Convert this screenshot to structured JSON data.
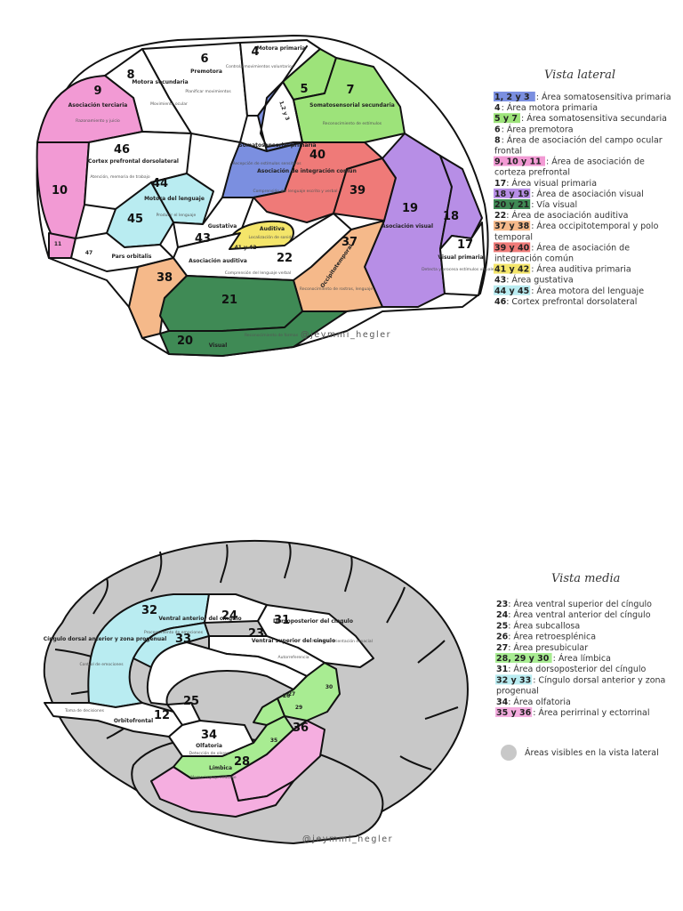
{
  "lateral": {
    "title": "Vista lateral",
    "watermark": "@jeymmi_hegler",
    "regions": [
      {
        "num": "6",
        "label": "Premotora",
        "sub": "Planificar movimientos"
      },
      {
        "num": "4",
        "label": "Motora primaria",
        "sub": "Controla movimientos voluntarios"
      },
      {
        "num": "8",
        "label": "Motora secundaria",
        "sub": "Movimiento ocular"
      },
      {
        "num": "9",
        "label": "Asociación terciaria",
        "sub": "Razonamiento y juicio"
      },
      {
        "num": "5",
        "label": "",
        "sub": ""
      },
      {
        "num": "7",
        "label": "Somatosensorial secundaria",
        "sub": "Reconocimiento de estímulos"
      },
      {
        "num": "1,2 y 3",
        "label": "",
        "sub": ""
      },
      {
        "num": "46",
        "label": "Cortex prefrontal dorsolateral",
        "sub": "Atención, memoria de trabajo"
      },
      {
        "num": "10",
        "label": "",
        "sub": ""
      },
      {
        "num": "44",
        "label": "Motora del lenguaje",
        "sub": "Producir el lenguaje"
      },
      {
        "num": "45",
        "label": "",
        "sub": ""
      },
      {
        "num": "Somatosensorial primaria",
        "label": "",
        "sub": "Recepción de estímulos sensitivos"
      },
      {
        "num": "40",
        "label": "Asociación de integración común",
        "sub": "Comprensión del lenguaje escrito y verbal"
      },
      {
        "num": "39",
        "label": "",
        "sub": ""
      },
      {
        "num": "19",
        "label": "Asociación visual",
        "sub": ""
      },
      {
        "num": "18",
        "label": "",
        "sub": ""
      },
      {
        "num": "17",
        "label": "Visual primaria",
        "sub": "Detecta y procesa estímulos visuales"
      },
      {
        "num": "43",
        "label": "Gustativa",
        "sub": ""
      },
      {
        "num": "41 y 42",
        "label": "Auditiva",
        "sub": "Localización de sonidos"
      },
      {
        "num": "22",
        "label": "Asociación auditiva",
        "sub": "Comprensión del lenguaje verbal"
      },
      {
        "num": "11",
        "label": "",
        "sub": ""
      },
      {
        "num": "47",
        "label": "Pars orbitalis",
        "sub": ""
      },
      {
        "num": "38",
        "label": "",
        "sub": ""
      },
      {
        "num": "37",
        "label": "Occipitotemporal",
        "sub": "Reconocimiento de rostros, lenguaje"
      },
      {
        "num": "21",
        "label": "",
        "sub": ""
      },
      {
        "num": "20",
        "label": "Visual",
        "sub": "Reconocimiento de formas"
      }
    ],
    "legend": [
      {
        "tag": "1, 2 y 3",
        "text": ": Área somatosensitiva primaria",
        "color": "#7b8fe0"
      },
      {
        "tag": "4",
        "text": ": Área motora primaria",
        "color": ""
      },
      {
        "tag": "5 y 7",
        "text": ": Área somatosensitiva secundaria",
        "color": "#9de37a"
      },
      {
        "tag": "6",
        "text": ": Área premotora",
        "color": ""
      },
      {
        "tag": "8",
        "text": ": Área de asociación del campo ocular",
        "color": ""
      },
      {
        "tag": "",
        "text": "frontal",
        "color": ""
      },
      {
        "tag": "9, 10 y 11",
        "text": ": Área de asociación de",
        "color": "#f29ad4"
      },
      {
        "tag": "",
        "text": "corteza prefrontal",
        "color": ""
      },
      {
        "tag": "17",
        "text": ": Área visual primaria",
        "color": ""
      },
      {
        "tag": "18 y 19",
        "text": ": Área de asociación visual",
        "color": "#b78ee6"
      },
      {
        "tag": "20 y 21",
        "text": ": Vía visual",
        "color": "#3f8a55"
      },
      {
        "tag": "22",
        "text": ": Área de asociación auditiva",
        "color": ""
      },
      {
        "tag": "37 y 38",
        "text": ": Área occipitotemporal y polo",
        "color": "#f5b98a"
      },
      {
        "tag": "",
        "text": "temporal",
        "color": ""
      },
      {
        "tag": "39 y 40",
        "text": ": Área de asociación de",
        "color": "#ef7a78"
      },
      {
        "tag": "",
        "text": "integración común",
        "color": ""
      },
      {
        "tag": "41 y 42",
        "text": ": Área auditiva primaria",
        "color": "#f4e56a"
      },
      {
        "tag": "43",
        "text": ": Área gustativa",
        "color": ""
      },
      {
        "tag": "44 y 45",
        "text": ": Área motora del lenguaje",
        "color": "#b9ecf1"
      },
      {
        "tag": "46",
        "text": ": Cortex prefrontal dorsolateral",
        "color": ""
      }
    ]
  },
  "medial": {
    "title": "Vista media",
    "watermark": "@jeymmi_hegler",
    "regions": [
      {
        "num": "32",
        "label": "Cíngulo dorsal anterior y zona progenual",
        "sub": "Control de emociones"
      },
      {
        "num": "24",
        "label": "Ventral anterior del cíngulo",
        "sub": "Procesamiento de emociones"
      },
      {
        "num": "33",
        "label": "",
        "sub": ""
      },
      {
        "num": "31",
        "label": "Dorsoposterior del cíngulo",
        "sub": "Memoria, orientación espacial"
      },
      {
        "num": "23",
        "label": "Ventral superior del cíngulo",
        "sub": "Autorreferencia"
      },
      {
        "num": "12",
        "label": "Orbitofrontal",
        "sub": "Toma de decisiones"
      },
      {
        "num": "25",
        "label": "",
        "sub": ""
      },
      {
        "num": "26",
        "label": "",
        "sub": ""
      },
      {
        "num": "29",
        "label": "",
        "sub": ""
      },
      {
        "num": "30",
        "label": "",
        "sub": ""
      },
      {
        "num": "27",
        "label": "",
        "sub": ""
      },
      {
        "num": "34",
        "label": "Olfatoria",
        "sub": "Detección de olores"
      },
      {
        "num": "28",
        "label": "Límbica",
        "sub": "Memoria y aprendizaje"
      },
      {
        "num": "36",
        "label": "",
        "sub": ""
      },
      {
        "num": "35",
        "label": "",
        "sub": ""
      }
    ],
    "legend": [
      {
        "tag": "23",
        "text": ": Área ventral superior del cíngulo",
        "color": ""
      },
      {
        "tag": "24",
        "text": ": Área ventral anterior del cíngulo",
        "color": ""
      },
      {
        "tag": "25",
        "text": ": Área subcallosa",
        "color": ""
      },
      {
        "tag": "26",
        "text": ": Área retroesplénica",
        "color": ""
      },
      {
        "tag": "27",
        "text": ": Área presubicular",
        "color": ""
      },
      {
        "tag": "28, 29 y 30",
        "text": ": Área límbica",
        "color": "#a8ec92"
      },
      {
        "tag": "31",
        "text": ": Área dorsoposterior del cíngulo",
        "color": ""
      },
      {
        "tag": "32 y 33",
        "text": ": Cíngulo dorsal anterior y zona",
        "color": "#b9ecf1"
      },
      {
        "tag": "",
        "text": "progenual",
        "color": ""
      },
      {
        "tag": "34",
        "text": ": Área olfatoria",
        "color": ""
      },
      {
        "tag": "35 y 36",
        "text": ": Área perirrinal y ectorrinal",
        "color": "#f5aee0"
      }
    ],
    "note": "Áreas visibles en la vista lateral"
  }
}
